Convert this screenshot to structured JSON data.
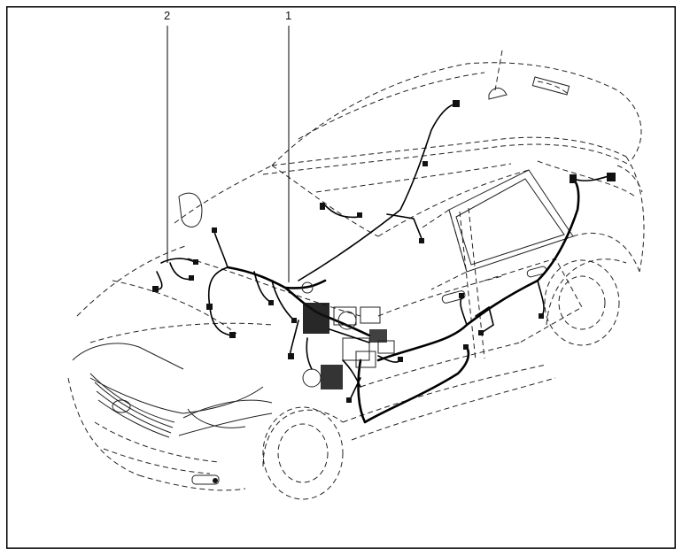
{
  "diagram": {
    "callouts": [
      {
        "id": "1",
        "label": "1"
      },
      {
        "id": "2",
        "label": "2"
      }
    ],
    "colors": {
      "line": "#222222",
      "harness": "#000000",
      "frame": "#000000",
      "background": "#ffffff"
    }
  }
}
